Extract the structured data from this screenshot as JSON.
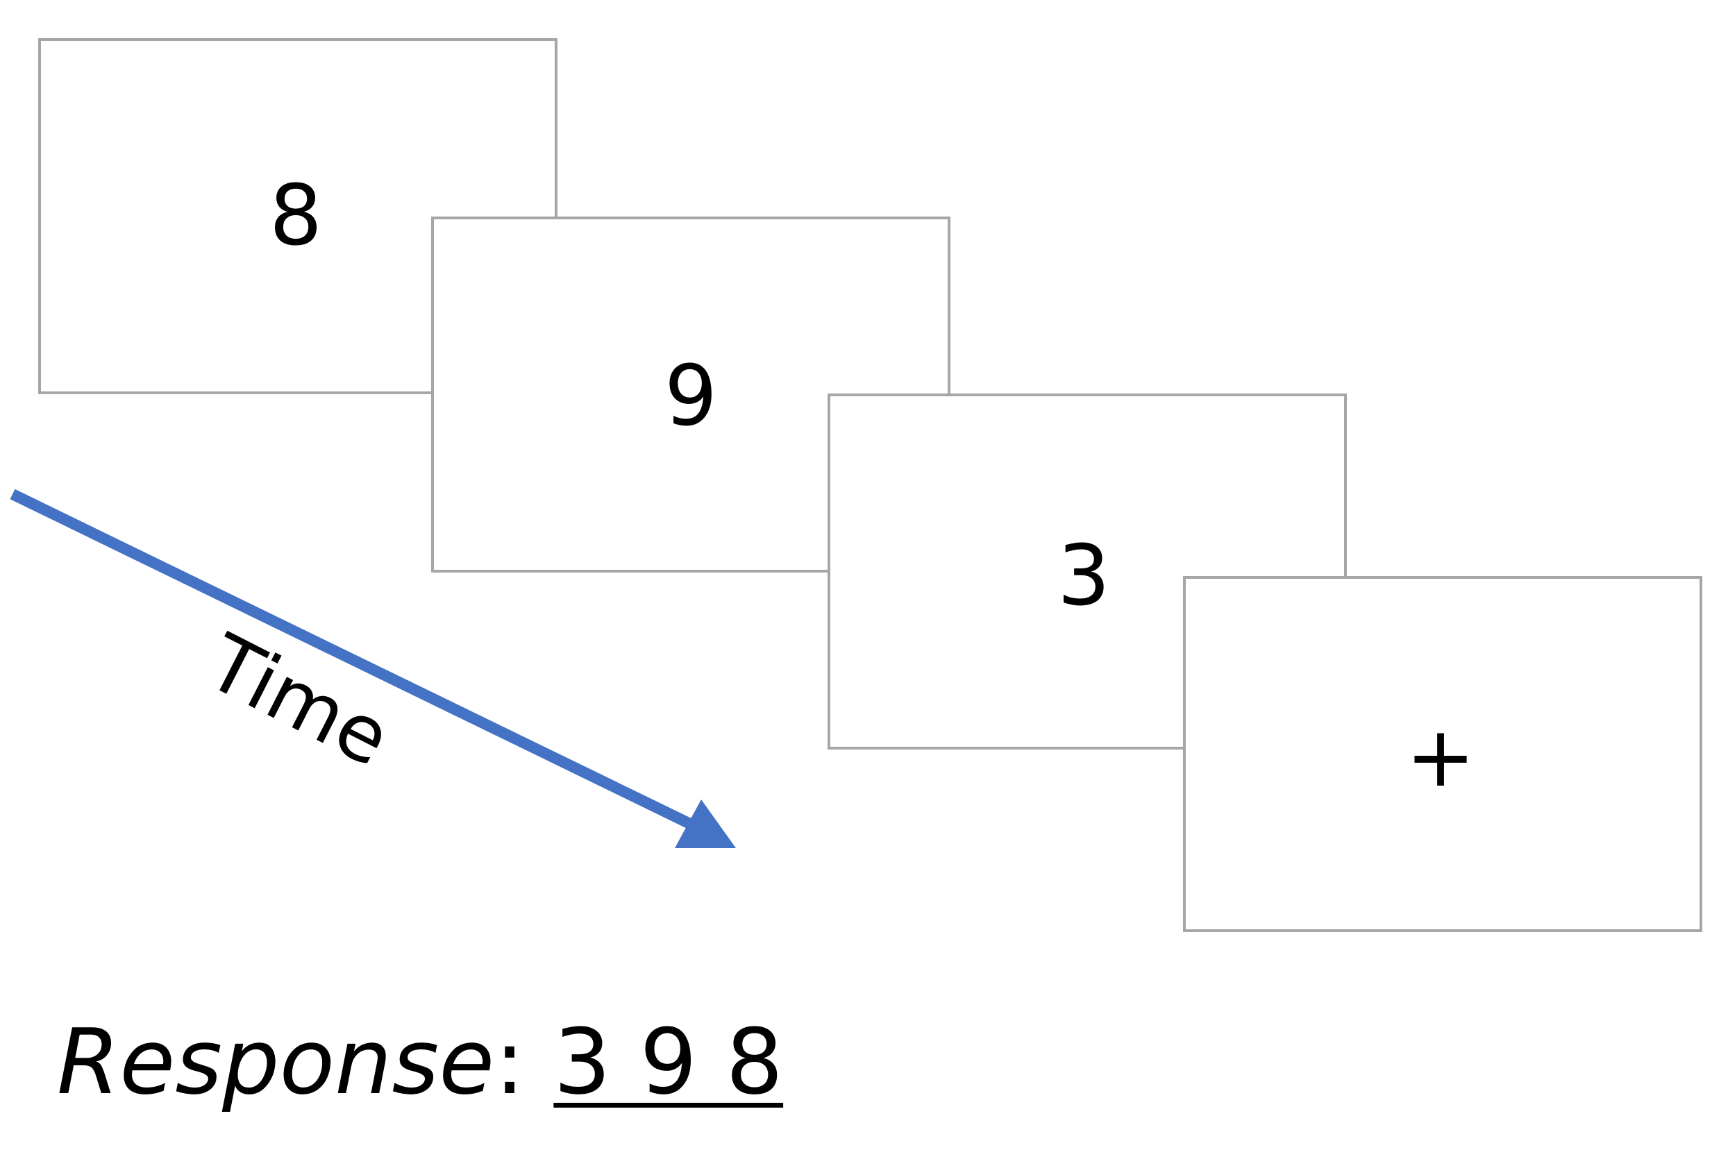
{
  "frames": [
    {
      "symbol": "8"
    },
    {
      "symbol": "9"
    },
    {
      "symbol": "3"
    },
    {
      "symbol": "+"
    }
  ],
  "arrow": {
    "label": "Time",
    "color": "#4472c4"
  },
  "response": {
    "label": "Response",
    "separator": ":",
    "value": "3 9 8"
  }
}
